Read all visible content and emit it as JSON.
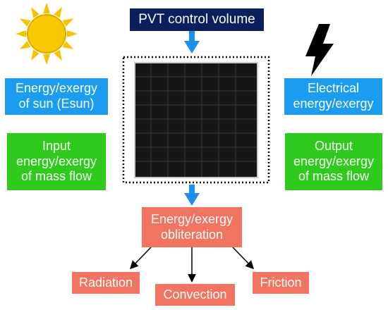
{
  "title": "PVT control volume",
  "left": {
    "sun_energy": "Energy/exergy\nof sun (Esun)",
    "input_mass": "Input\nenergy/exergy\nof mass flow"
  },
  "right": {
    "electrical": "Electrical\nenergy/exergy",
    "output_mass": "Output\nenergy/exergy\nof mass flow"
  },
  "center": {
    "obliteration": "Energy/exergy\nobliteration"
  },
  "losses": [
    "Radiation",
    "Convection",
    "Friction"
  ],
  "icons": {
    "sun": "sun-icon",
    "lightning": "lightning-icon",
    "solar_panel": "solar-panel-icon"
  },
  "colors": {
    "title_bg": "#0b1f5c",
    "blue": "#1a9cf0",
    "green": "#2fcb1c",
    "salmon": "#f2735f",
    "arrow": "#1e90f0",
    "sun": "#f5c400",
    "panel": "#151515"
  }
}
